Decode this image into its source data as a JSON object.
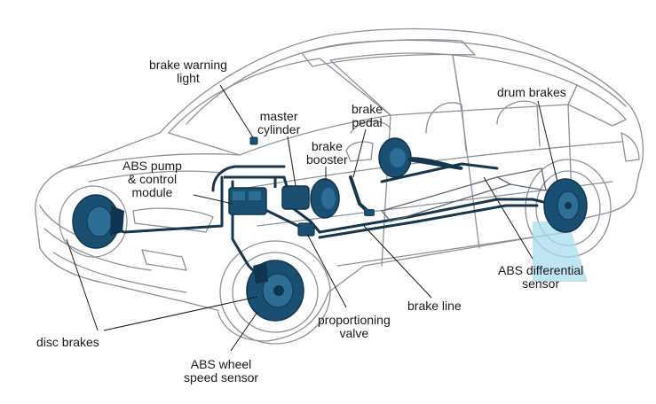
{
  "colors": {
    "outline": "#8a9299",
    "brake_component": "#1b4f72",
    "component_dark": "#0f3550",
    "brake_line": "#16364d",
    "leader": "#1a1a1a",
    "sensor_highlight": "#a9dcef"
  },
  "labels": {
    "brake_warning_light": "brake warning\nlight",
    "master_cylinder": "master\ncylinder",
    "brake_pedal": "brake\npedal",
    "brake_booster": "brake\nbooster",
    "abs_pump_control_module": "ABS pump\n& control\nmodule",
    "drum_brakes": "drum brakes",
    "abs_differential_sensor": "ABS differential\nsensor",
    "brake_line": "brake line",
    "proportioning_valve": "proportioning\nvalve",
    "disc_brakes": "disc brakes",
    "abs_wheel_speed_sensor": "ABS wheel\nspeed sensor"
  }
}
